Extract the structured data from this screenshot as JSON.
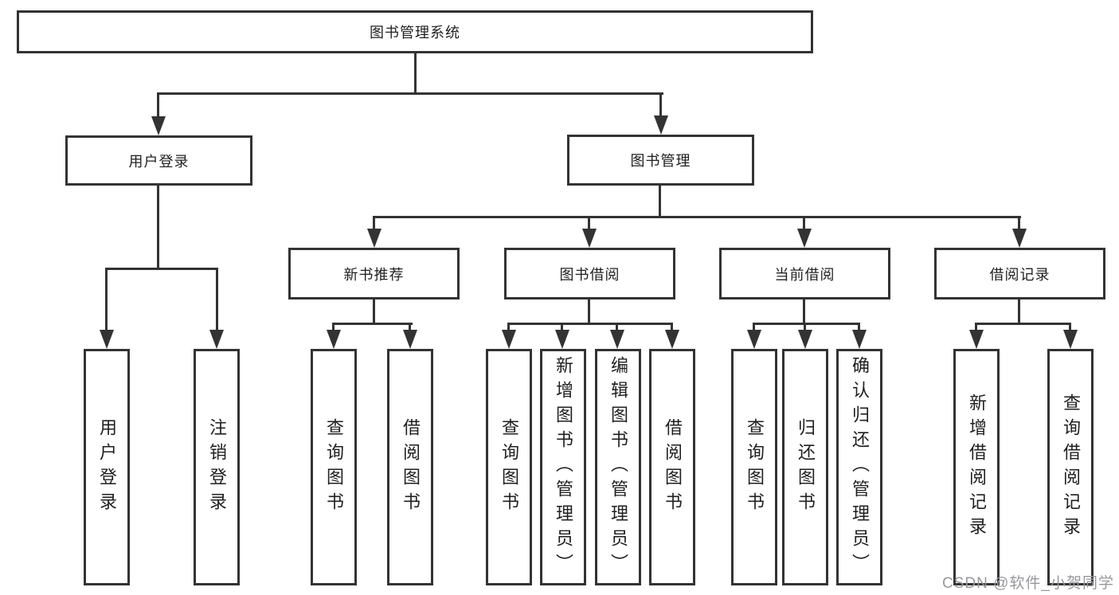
{
  "diagram": {
    "root": "图书管理系统",
    "level2": [
      "用户登录",
      "图书管理"
    ],
    "level3": [
      "新书推荐",
      "图书借阅",
      "当前借阅",
      "借阅记录"
    ],
    "leaves": {
      "user_login": [
        "用户登录",
        "注销登录"
      ],
      "new_book_recommend": [
        "查询图书",
        "借阅图书"
      ],
      "book_borrowing": [
        "查询图书",
        "新增图书（管理员）",
        "编辑图书（管理员）",
        "借阅图书"
      ],
      "current_borrowing": [
        "查询图书",
        "归还图书",
        "确认归还（管理员）"
      ],
      "borrowing_records": [
        "新增借阅记录",
        "查询借阅记录"
      ]
    }
  },
  "watermark": {
    "text": "CSDN @软件_小贺同学"
  },
  "colors": {
    "line": "#333333",
    "text": "#1f1f1f",
    "watermark": "#97989c",
    "background": "#ffffff"
  }
}
